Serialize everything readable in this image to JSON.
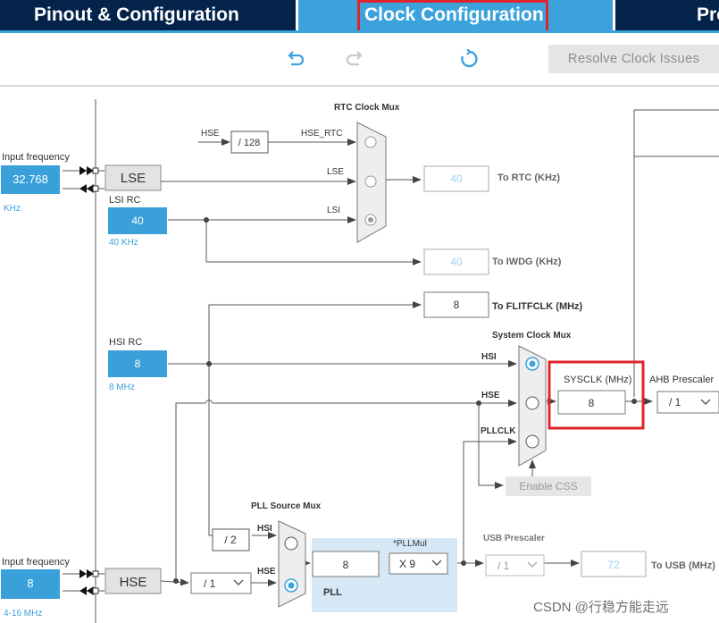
{
  "tabs": [
    {
      "label": "Pinout & Configuration",
      "active": false
    },
    {
      "label": "Clock Configuration",
      "active": true
    },
    {
      "label": "Pro",
      "active": false
    }
  ],
  "toolbar": {
    "undo_icon": "undo-icon",
    "redo_icon": "redo-icon",
    "refresh_icon": "refresh-icon",
    "resolve_label": "Resolve Clock Issues"
  },
  "lse": {
    "input_label": "Input frequency",
    "input_value": "32.768",
    "unit": "KHz",
    "block_label": "LSE"
  },
  "lsi": {
    "label": "LSI RC",
    "value": "40",
    "sub": "40 KHz"
  },
  "rtc_mux": {
    "title": "RTC Clock Mux",
    "hse_label": "HSE",
    "div_label": "/ 128",
    "hse_rtc_label": "HSE_RTC",
    "lse_label": "LSE",
    "lsi_label": "LSI",
    "out_value": "40",
    "out_label": "To RTC (KHz)"
  },
  "iwdg": {
    "value": "40",
    "label": "To IWDG (KHz)"
  },
  "flitf": {
    "value": "8",
    "label": "To FLITFCLK (MHz)"
  },
  "hsi": {
    "label": "HSI RC",
    "value": "8",
    "sub": "8 MHz"
  },
  "sys_mux": {
    "title": "System Clock Mux",
    "hsi_label": "HSI",
    "hse_label": "HSE",
    "pll_label": "PLLCLK",
    "enable_css_label": "Enable CSS"
  },
  "sysclk": {
    "label": "SYSCLK (MHz)",
    "value": "8"
  },
  "ahb": {
    "label": "AHB Prescaler",
    "value": "/ 1"
  },
  "hse": {
    "input_label": "Input frequency",
    "input_value": "8",
    "range": "4-16 MHz",
    "block_label": "HSE",
    "prediv_value": "/ 1"
  },
  "pll_src": {
    "title": "PLL Source Mux",
    "div_label": "/ 2",
    "hsi_label": "HSI",
    "hse_label": "HSE"
  },
  "pll": {
    "mul_label": "*PLLMul",
    "in_value": "8",
    "mul_value": "X 9",
    "label": "PLL"
  },
  "usb": {
    "label": "USB Prescaler",
    "value": "/ 1",
    "out_value": "72",
    "out_label": "To USB (MHz)"
  },
  "watermark": "CSDN @行稳方能走远",
  "colors": {
    "navy": "#03234b",
    "accent": "#3ca2dc",
    "highlight": "#e0242d",
    "value_blue": "#39a0da"
  }
}
